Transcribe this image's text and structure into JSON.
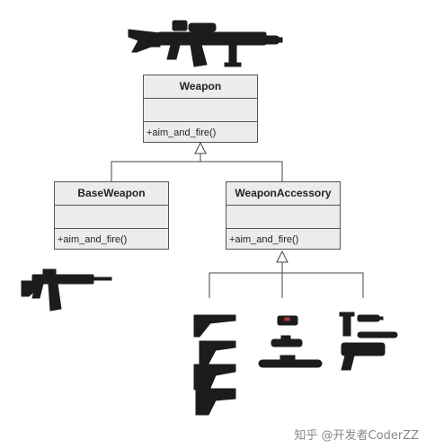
{
  "classes": {
    "weapon": {
      "name": "Weapon",
      "method": "+aim_and_fire()"
    },
    "base_weapon": {
      "name": "BaseWeapon",
      "method": "+aim_and_fire()"
    },
    "weapon_accessory": {
      "name": "WeaponAccessory",
      "method": "+aim_and_fire()"
    }
  },
  "relations": [
    {
      "from": "BaseWeapon",
      "to": "Weapon",
      "type": "generalization"
    },
    {
      "from": "WeaponAccessory",
      "to": "Weapon",
      "type": "generalization"
    },
    {
      "from": "accessory-parts",
      "to": "WeaponAccessory",
      "type": "generalization"
    }
  ],
  "watermark": "知乎 @开发者CoderZZ",
  "colors": {
    "box_fill": "#ececec",
    "box_border": "#555555",
    "line": "#444444",
    "weapon": "#1c1c1c"
  }
}
